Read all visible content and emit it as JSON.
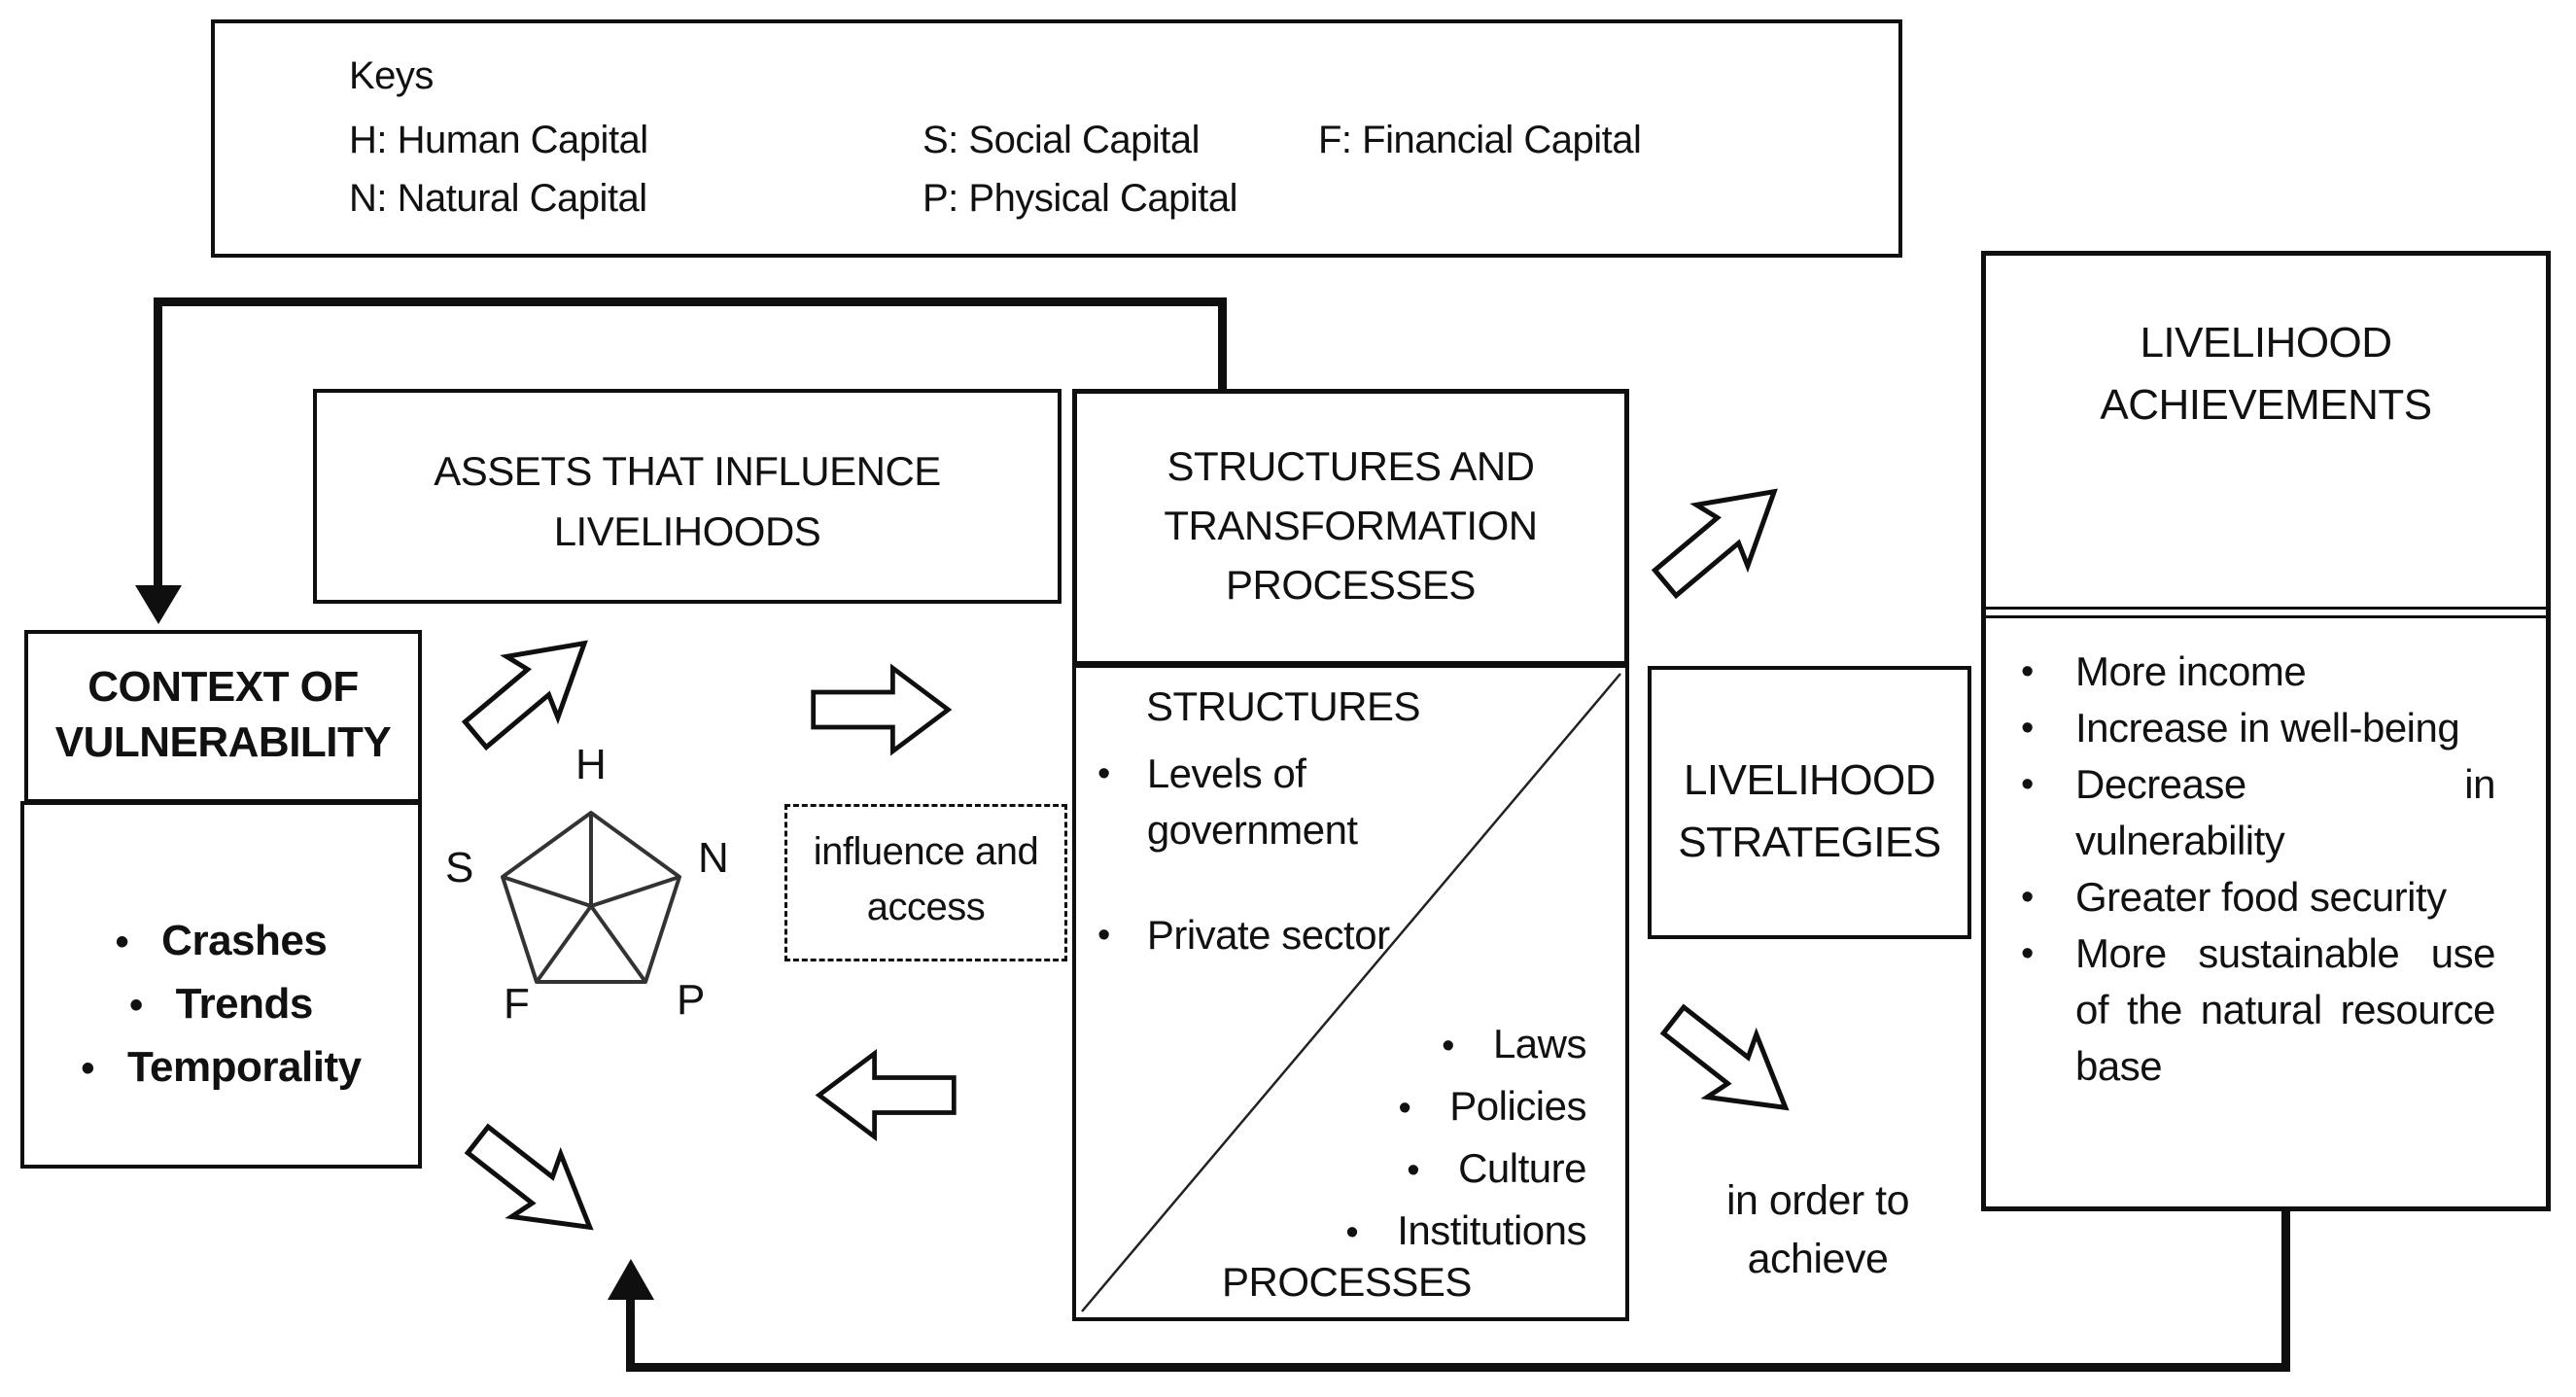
{
  "keys": {
    "title": "Keys",
    "h": "H: Human Capital",
    "s": "S: Social Capital",
    "f": "F: Financial Capital",
    "n": "N: Natural Capital",
    "p": "P: Physical Capital"
  },
  "vulnerability": {
    "title": "CONTEXT OF VULNERABILITY",
    "items": [
      "Crashes",
      "Trends",
      "Temporality"
    ]
  },
  "assets": {
    "title": "ASSETS THAT INFLUENCE LIVELIHOODS",
    "pentagon": {
      "h": "H",
      "s": "S",
      "n": "N",
      "f": "F",
      "p": "P"
    }
  },
  "influence": {
    "line1": "influence and",
    "line2": "access"
  },
  "structures": {
    "title": "STRUCTURES AND TRANSFORMATION PROCESSES",
    "structures_label": "STRUCTURES",
    "structure_items": [
      "Levels of government",
      "Private sector"
    ],
    "process_items": [
      "Laws",
      "Policies",
      "Culture",
      "Institutions"
    ],
    "processes_label": "PROCESSES"
  },
  "strategies": {
    "title": "LIVELIHOOD STRATEGIES"
  },
  "connector_text": "in order to achieve",
  "achievements": {
    "title": "LIVELIHOOD ACHIEVEMENTS",
    "items": [
      "More income",
      "Increase in well-being",
      "Decrease in vulnerability",
      "Greater food security",
      "More sustainable use of the natural resource base"
    ]
  },
  "bullet_glyph": "•",
  "colors": {
    "line": "#0f0f0f",
    "pentagon_stroke": "#333333",
    "background": "#ffffff"
  }
}
